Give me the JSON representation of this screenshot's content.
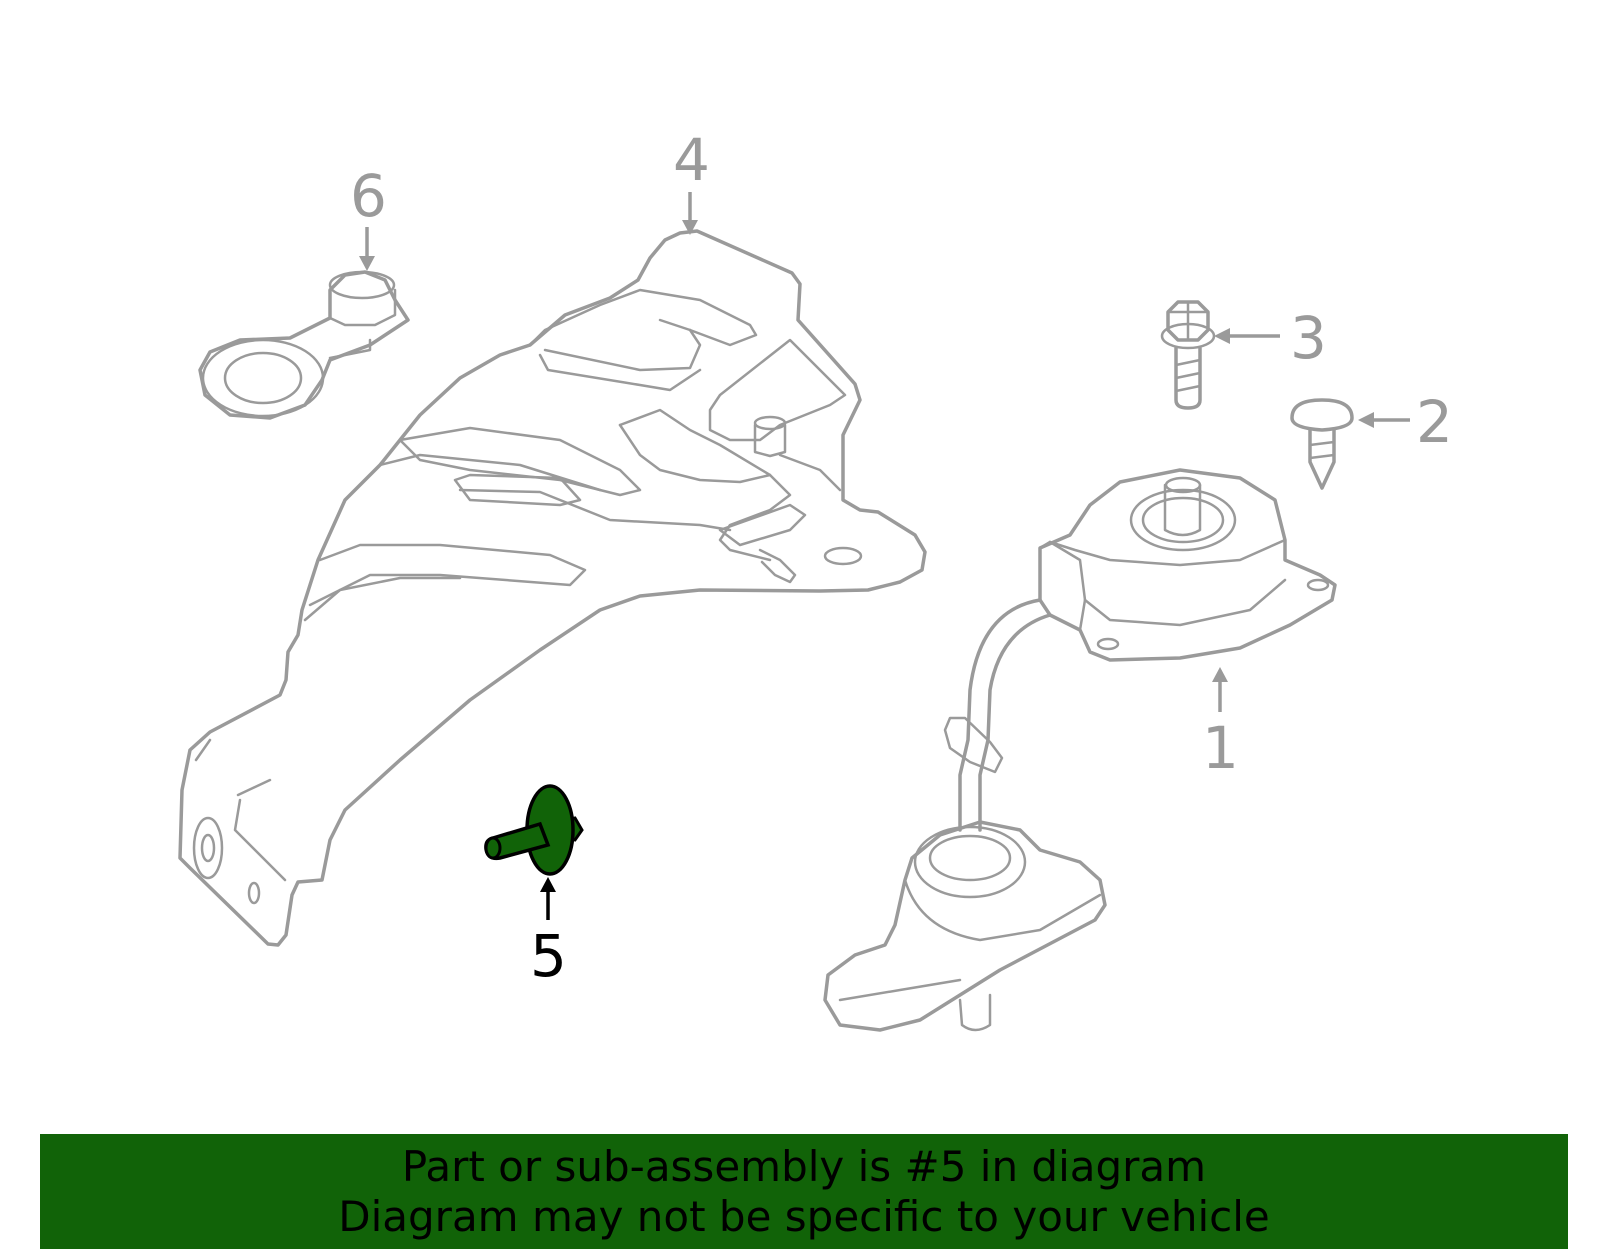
{
  "colors": {
    "banner_background": "#116308",
    "highlight_part": "#116308",
    "line_art": "#9a9a9a",
    "active_label": "#000000"
  },
  "callouts": [
    {
      "number": "1",
      "part": "spare-tire-carrier-winch",
      "highlighted": false
    },
    {
      "number": "2",
      "part": "push-pin-retainer",
      "highlighted": false
    },
    {
      "number": "3",
      "part": "flange-bolt",
      "highlighted": false
    },
    {
      "number": "4",
      "part": "carrier-bracket-crossmember",
      "highlighted": false
    },
    {
      "number": "5",
      "part": "stud-bolt",
      "highlighted": true
    },
    {
      "number": "6",
      "part": "grommet-plug",
      "highlighted": false
    }
  ],
  "banner": {
    "line1": "Part or sub-assembly is #5 in diagram",
    "line2": "Diagram may not be specific to your vehicle"
  }
}
